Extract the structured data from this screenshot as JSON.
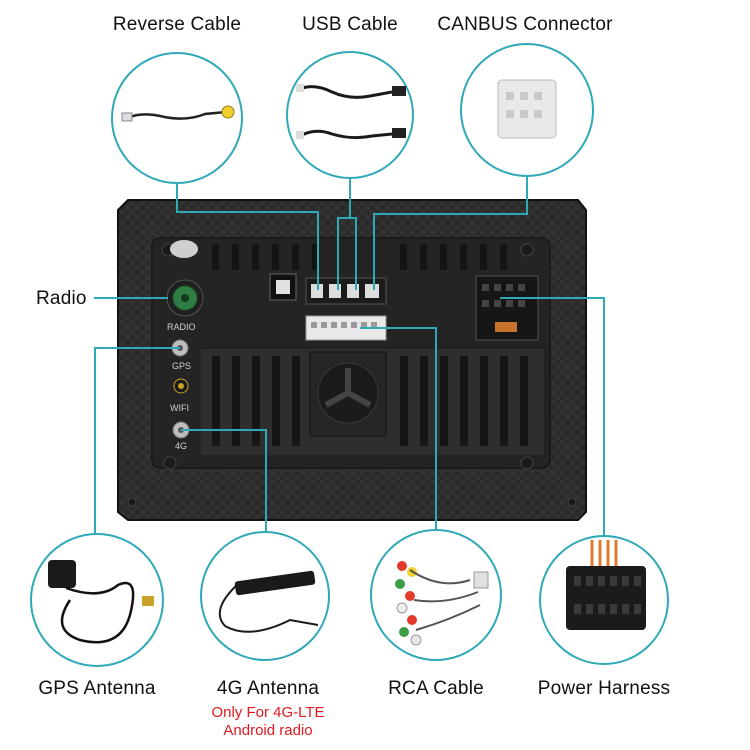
{
  "top_labels": {
    "reverse": "Reverse Cable",
    "usb": "USB Cable",
    "canbus": "CANBUS Connector"
  },
  "left_labels": {
    "radio": "Radio"
  },
  "bottom_labels": {
    "gps": "GPS Antenna",
    "antenna_4g": "4G Antenna",
    "antenna_4g_note_line1": "Only For 4G-LTE",
    "antenna_4g_note_line2": "Android radio",
    "rca": "RCA Cable",
    "power": "Power Harness"
  },
  "port_labels": {
    "radio": "RADIO",
    "gps": "GPS",
    "wifi": "WIFI",
    "fourg": "4G"
  },
  "colors": {
    "leader_line": "#2fa8b8",
    "circle_stroke": "#2fa8b8",
    "panel": "#2b2b2b",
    "note_text": "#e0191e"
  }
}
